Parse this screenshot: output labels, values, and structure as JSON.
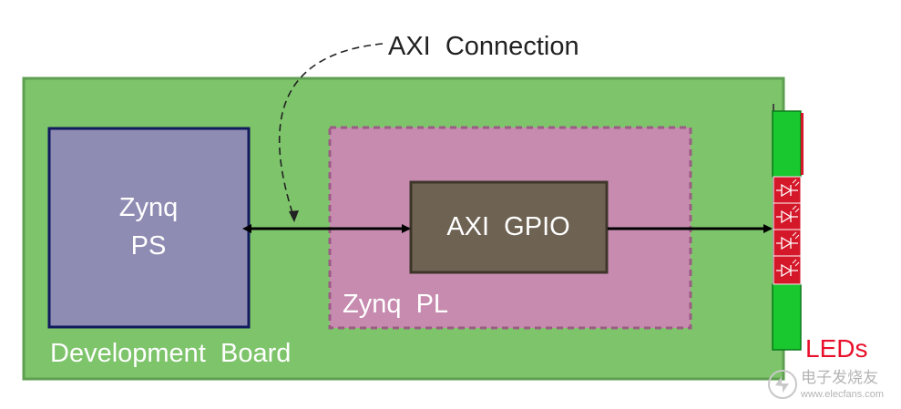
{
  "labels": {
    "axi_connection": "AXI  Connection",
    "zynq_ps_line1": "Zynq",
    "zynq_ps_line2": "PS",
    "axi_gpio": "AXI  GPIO",
    "zynq_pl": "Zynq  PL",
    "development_board": "Development  Board",
    "leds": "LEDs",
    "watermark_text": "电子发烧友",
    "watermark_url": "www.elecfans.com"
  },
  "colors": {
    "board_fill": "#7dc46b",
    "board_stroke": "#5e9f52",
    "ps_fill": "#8f8cb3",
    "ps_stroke": "#111a5c",
    "pl_fill": "#c68baf",
    "pl_stroke": "#9c5b85",
    "gpio_fill": "#6e6252",
    "gpio_stroke": "#3d3529",
    "led_green": "#19c72e",
    "led_red": "#d4182a",
    "text_white": "#ffffff",
    "text_dark": "#222222",
    "text_red": "#e8102a",
    "arrow": "#000000"
  },
  "icons": {
    "led_symbol": "diode-led-icon",
    "watermark_logo": "elecfans-logo-icon"
  }
}
